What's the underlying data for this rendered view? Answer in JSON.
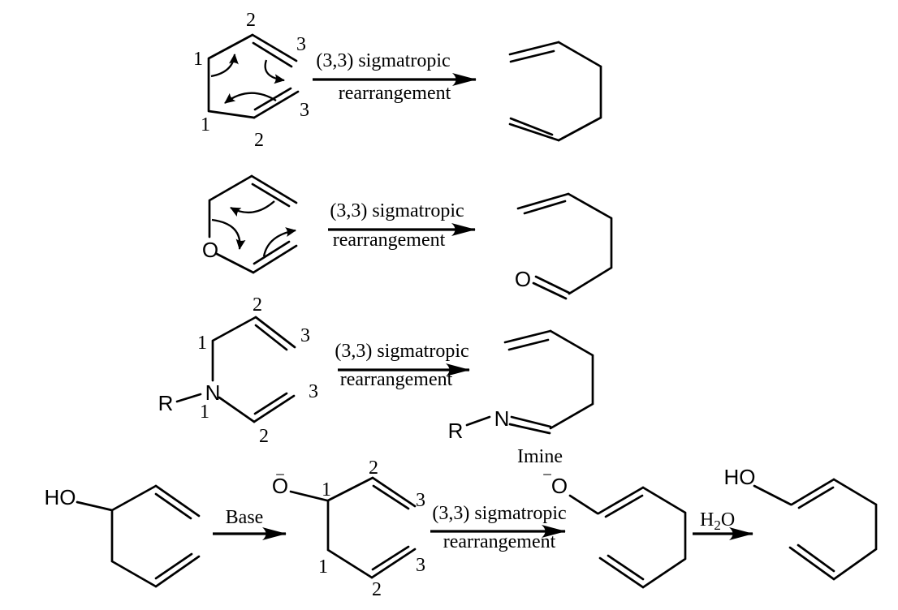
{
  "reactions": [
    {
      "arrow": {
        "line1": "(3,3) sigmatropic",
        "line2": "rearrangement"
      },
      "reactant_labels": {
        "c1_top": "1",
        "c2_top": "2",
        "c3_top": "3",
        "c1_bottom": "1",
        "c2_bottom": "2",
        "c3_bottom": "3"
      }
    },
    {
      "arrow": {
        "line1": "(3,3) sigmatropic",
        "line2": "rearrangement"
      },
      "reactant_atoms": {
        "o": "O"
      },
      "product_atoms": {
        "o": "O"
      }
    },
    {
      "arrow": {
        "line1": "(3,3) sigmatropic",
        "line2": "rearrangement"
      },
      "reactant_atoms": {
        "r": "R",
        "n": "N"
      },
      "reactant_labels": {
        "c1_top": "1",
        "c2_top": "2",
        "c3_top": "3",
        "n1": "1",
        "c2_bottom": "2",
        "c3_bottom": "3"
      },
      "product_atoms": {
        "r": "R",
        "n": "N"
      },
      "product_caption": "Imine"
    },
    {
      "base_arrow_label": "Base",
      "arrow": {
        "line1": "(3,3) sigmatropic",
        "line2": "rearrangement"
      },
      "water_arrow_label": {
        "h": "H",
        "sub": "2",
        "o": "O"
      },
      "alcohol": {
        "ho": "HO"
      },
      "alkoxide": {
        "charge": "−",
        "o": "O",
        "labels": {
          "c1_top": "1",
          "c2_top": "2",
          "c3_top": "3",
          "c1_bottom": "1",
          "c2_bottom": "2",
          "c3_bottom": "3"
        }
      },
      "enolate": {
        "charge": "−",
        "o": "O"
      },
      "enol": {
        "ho": "HO"
      }
    }
  ]
}
